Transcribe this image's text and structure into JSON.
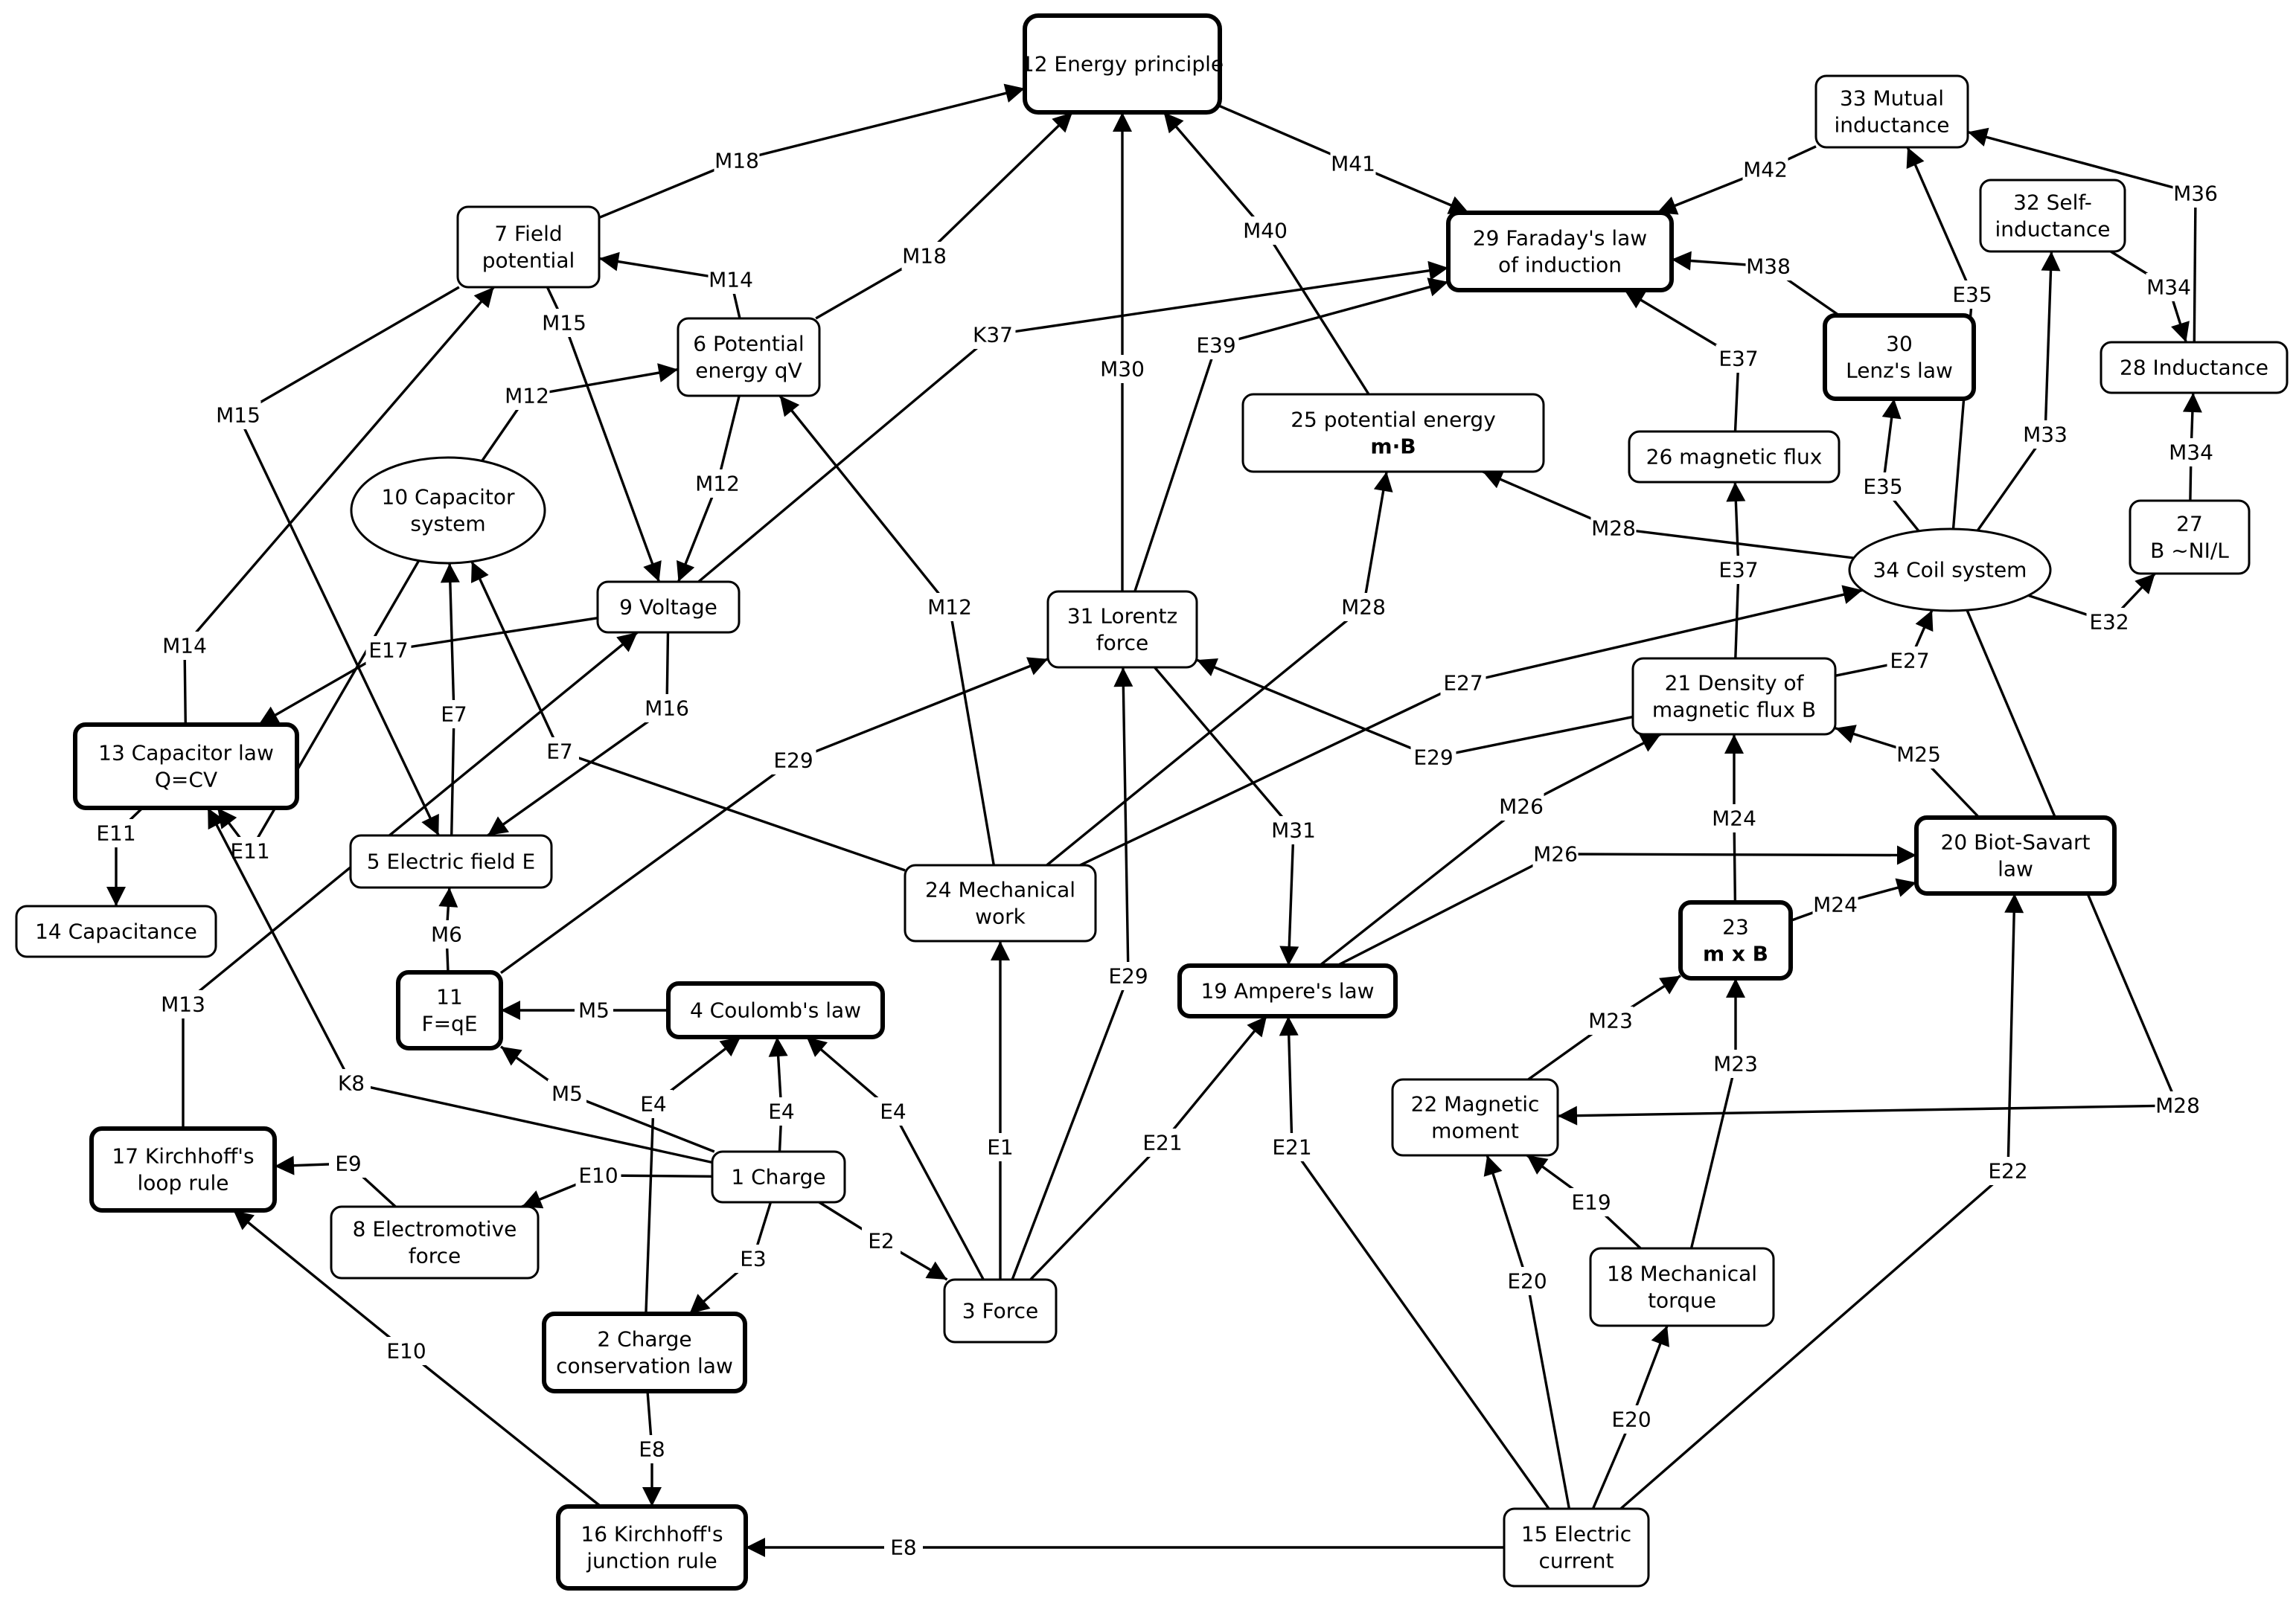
{
  "nodes": [
    {
      "id": "n12",
      "lines": [
        "12 Energy principle"
      ]
    },
    {
      "id": "n33",
      "lines": [
        "33 Mutual",
        "inductance"
      ]
    },
    {
      "id": "n7",
      "lines": [
        "7 Field",
        "potential"
      ]
    },
    {
      "id": "n29",
      "lines": [
        "29 Faraday's law",
        "of induction"
      ]
    },
    {
      "id": "n32",
      "lines": [
        "32 Self-",
        "inductance"
      ]
    },
    {
      "id": "n6",
      "lines": [
        "6 Potential",
        "energy qV"
      ]
    },
    {
      "id": "n30",
      "lines": [
        "30",
        "Lenz's law"
      ]
    },
    {
      "id": "n28",
      "lines": [
        "28 Inductance"
      ]
    },
    {
      "id": "n25",
      "lines": [
        "25 potential energy",
        "m·B"
      ],
      "bold_lines": [
        1
      ]
    },
    {
      "id": "n26",
      "lines": [
        "26 magnetic flux"
      ]
    },
    {
      "id": "n10",
      "lines": [
        "10 Capacitor",
        "system"
      ]
    },
    {
      "id": "n27",
      "lines": [
        "27",
        "B ~NI/L"
      ]
    },
    {
      "id": "n9",
      "lines": [
        "9 Voltage"
      ]
    },
    {
      "id": "n31",
      "lines": [
        "31 Lorentz",
        "force"
      ]
    },
    {
      "id": "n34",
      "lines": [
        "34 Coil system"
      ]
    },
    {
      "id": "n21",
      "lines": [
        "21 Density of",
        "magnetic flux B"
      ]
    },
    {
      "id": "n13",
      "lines": [
        "13 Capacitor law",
        "Q=CV"
      ]
    },
    {
      "id": "n5",
      "lines": [
        "5 Electric field E"
      ]
    },
    {
      "id": "n20",
      "lines": [
        "20 Biot-Savart",
        "law"
      ]
    },
    {
      "id": "n24",
      "lines": [
        "24 Mechanical",
        "work"
      ]
    },
    {
      "id": "n14",
      "lines": [
        "14 Capacitance"
      ]
    },
    {
      "id": "n23",
      "lines": [
        "23",
        "m x B"
      ],
      "bold_lines": [
        1
      ]
    },
    {
      "id": "n11",
      "lines": [
        "11",
        "F=qE"
      ]
    },
    {
      "id": "n4",
      "lines": [
        "4 Coulomb's law"
      ]
    },
    {
      "id": "n19",
      "lines": [
        "19 Ampere's law"
      ]
    },
    {
      "id": "n22",
      "lines": [
        "22 Magnetic",
        "moment"
      ]
    },
    {
      "id": "n17",
      "lines": [
        "17 Kirchhoff's",
        "loop rule"
      ]
    },
    {
      "id": "n1",
      "lines": [
        "1 Charge"
      ]
    },
    {
      "id": "n8",
      "lines": [
        "8 Electromotive",
        "force"
      ]
    },
    {
      "id": "n18",
      "lines": [
        "18 Mechanical",
        "torque"
      ]
    },
    {
      "id": "n3",
      "lines": [
        "3 Force"
      ]
    },
    {
      "id": "n2",
      "lines": [
        "2 Charge",
        "conservation law"
      ]
    },
    {
      "id": "n16",
      "lines": [
        "16 Kirchhoff's",
        "junction rule"
      ]
    },
    {
      "id": "n15",
      "lines": [
        "15 Electric",
        "current"
      ]
    }
  ],
  "edges": [
    {
      "from": "n7",
      "to": "n12",
      "label": "M18"
    },
    {
      "from": "n6",
      "to": "n12",
      "label": "M18"
    },
    {
      "from": "n31",
      "to": "n12",
      "label": "M30"
    },
    {
      "from": "n25",
      "to": "n12",
      "label": "M40"
    },
    {
      "from": "n12",
      "to": "n29",
      "label": "M41"
    },
    {
      "from": "n33",
      "to": "n29",
      "label": "M42"
    },
    {
      "from": "n30",
      "to": "n29",
      "label": "M38"
    },
    {
      "from": "n28",
      "to": "n33",
      "label": "M36"
    },
    {
      "from": "n32",
      "to": "n28",
      "label": "M34"
    },
    {
      "from": "n27",
      "to": "n28",
      "label": "M34"
    },
    {
      "from": "n34",
      "to": "n33",
      "label": "E35"
    },
    {
      "from": "n34",
      "to": "n32",
      "label": "M33"
    },
    {
      "from": "n34",
      "to": "n30",
      "label": "E35"
    },
    {
      "from": "n34",
      "to": "n27",
      "label": "E32"
    },
    {
      "from": "n34",
      "to": "n25",
      "label": "M28"
    },
    {
      "from": "n34",
      "to": "n22",
      "label": "M28"
    },
    {
      "from": "n26",
      "to": "n29",
      "label": "E37"
    },
    {
      "from": "n21",
      "to": "n26",
      "label": "E37"
    },
    {
      "from": "n21",
      "to": "n34",
      "label": "E27"
    },
    {
      "from": "n21",
      "to": "n31",
      "label": "E29"
    },
    {
      "from": "n6",
      "to": "n7",
      "label": "M14"
    },
    {
      "from": "n10",
      "to": "n6",
      "label": "M12"
    },
    {
      "from": "n6",
      "to": "n9",
      "label": "M12"
    },
    {
      "from": "n7",
      "to": "n9",
      "label": "M15"
    },
    {
      "from": "n7",
      "to": "n5",
      "label": "M15"
    },
    {
      "from": "n13",
      "to": "n7",
      "label": "M14"
    },
    {
      "from": "n10",
      "to": "n13",
      "label": "E11"
    },
    {
      "from": "n9",
      "to": "n13",
      "label": "E17"
    },
    {
      "from": "n9",
      "to": "n5",
      "label": "M16"
    },
    {
      "from": "n9",
      "to": "n29",
      "label": "K37"
    },
    {
      "from": "n31",
      "to": "n29",
      "label": "E39"
    },
    {
      "from": "n5",
      "to": "n10",
      "label": "E7"
    },
    {
      "from": "n24",
      "to": "n10",
      "label": "E7"
    },
    {
      "from": "n24",
      "to": "n6",
      "label": "M12"
    },
    {
      "from": "n24",
      "to": "n25",
      "label": "M28"
    },
    {
      "from": "n24",
      "to": "n34",
      "label": "E27"
    },
    {
      "from": "n31",
      "to": "n19",
      "label": "M31"
    },
    {
      "from": "n13",
      "to": "n14",
      "label": "E11"
    },
    {
      "from": "n11",
      "to": "n5",
      "label": "M6"
    },
    {
      "from": "n11",
      "to": "n31",
      "label": "E29"
    },
    {
      "from": "n4",
      "to": "n11",
      "label": "M5"
    },
    {
      "from": "n1",
      "to": "n11",
      "label": "M5"
    },
    {
      "from": "n1",
      "to": "n4",
      "label": "E4"
    },
    {
      "from": "n2",
      "to": "n4",
      "label": "E4"
    },
    {
      "from": "n3",
      "to": "n4",
      "label": "E4"
    },
    {
      "from": "n1",
      "to": "n13",
      "label": "K8"
    },
    {
      "from": "n17",
      "to": "n9",
      "label": "M13"
    },
    {
      "from": "n8",
      "to": "n17",
      "label": "E9"
    },
    {
      "from": "n1",
      "to": "n8",
      "label": "E10"
    },
    {
      "from": "n1",
      "to": "n2",
      "label": "E3"
    },
    {
      "from": "n1",
      "to": "n3",
      "label": "E2"
    },
    {
      "from": "n3",
      "to": "n24",
      "label": "E1"
    },
    {
      "from": "n3",
      "to": "n31",
      "label": "E29"
    },
    {
      "from": "n3",
      "to": "n19",
      "label": "E21"
    },
    {
      "from": "n2",
      "to": "n16",
      "label": "E8"
    },
    {
      "from": "n16",
      "to": "n17",
      "label": "E10"
    },
    {
      "from": "n15",
      "to": "n16",
      "label": "E8"
    },
    {
      "from": "n15",
      "to": "n19",
      "label": "E21"
    },
    {
      "from": "n15",
      "to": "n22",
      "label": "E20"
    },
    {
      "from": "n15",
      "to": "n18",
      "label": "E20"
    },
    {
      "from": "n15",
      "to": "n20",
      "label": "E22"
    },
    {
      "from": "n19",
      "to": "n21",
      "label": "M26"
    },
    {
      "from": "n19",
      "to": "n20",
      "label": "M26"
    },
    {
      "from": "n23",
      "to": "n21",
      "label": "M24"
    },
    {
      "from": "n23",
      "to": "n20",
      "label": "M24"
    },
    {
      "from": "n20",
      "to": "n21",
      "label": "M25"
    },
    {
      "from": "n22",
      "to": "n23",
      "label": "M23"
    },
    {
      "from": "n18",
      "to": "n23",
      "label": "M23"
    },
    {
      "from": "n18",
      "to": "n22",
      "label": "E19"
    }
  ]
}
